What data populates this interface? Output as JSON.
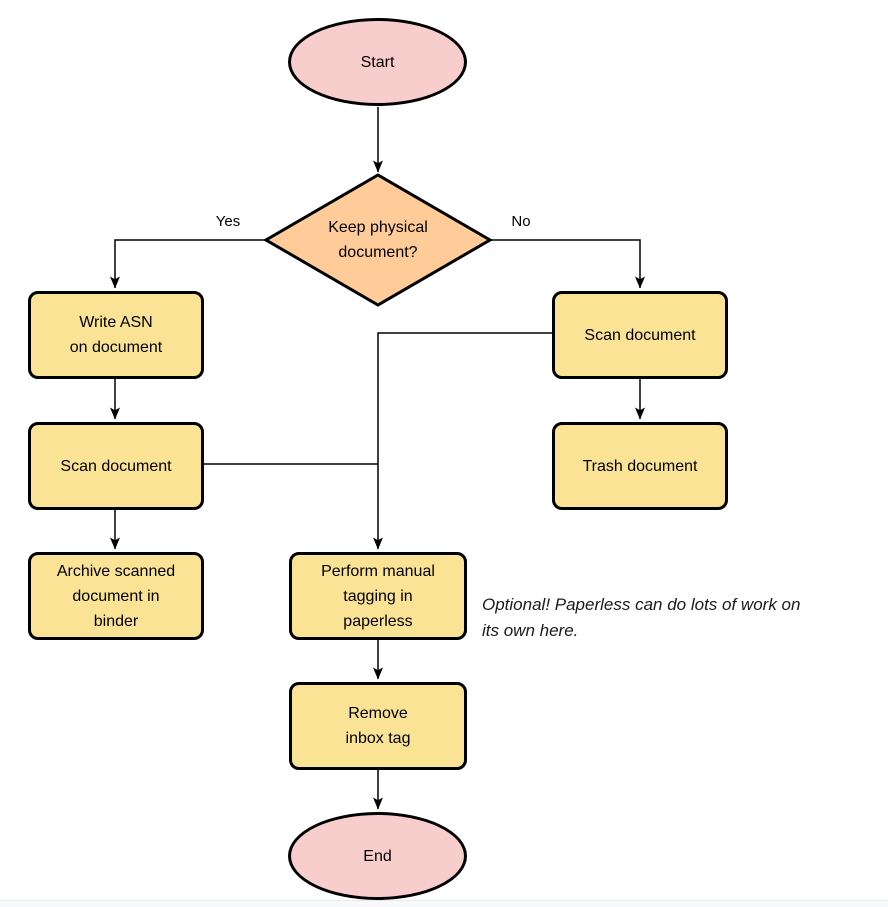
{
  "colors": {
    "terminal_fill": "#f8cecc",
    "decision_fill": "#ffcc99",
    "process_fill": "#fae394",
    "stroke": "#000000"
  },
  "nodes": {
    "start": "Start",
    "decision": "Keep physical\ndocument?",
    "write_asn": "Write ASN\non document",
    "scan_left": "Scan document",
    "archive": "Archive scanned\ndocument in\nbinder",
    "scan_right": "Scan document",
    "trash": "Trash document",
    "tagging": "Perform manual\ntagging in\npaperless",
    "remove_inbox": "Remove\ninbox tag",
    "end": "End"
  },
  "edge_labels": {
    "yes": "Yes",
    "no": "No"
  },
  "note": "Optional! Paperless can do lots of work on\nits own here."
}
